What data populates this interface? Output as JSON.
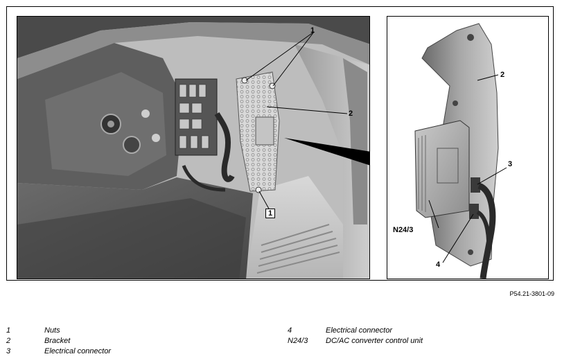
{
  "callouts": {
    "nuts": "1",
    "bracket": "2",
    "connector_3": "3",
    "connector_4": "4",
    "control_unit": "N24/3"
  },
  "figure_ref": "P54.21-3801-09",
  "legend": [
    {
      "num": "1",
      "text": "Nuts"
    },
    {
      "num": "2",
      "text": "Bracket"
    },
    {
      "num": "3",
      "text": "Electrical connector"
    },
    {
      "num": "4",
      "text": "Electrical connector"
    },
    {
      "num": "N24/3",
      "text": "DC/AC converter control unit"
    }
  ]
}
